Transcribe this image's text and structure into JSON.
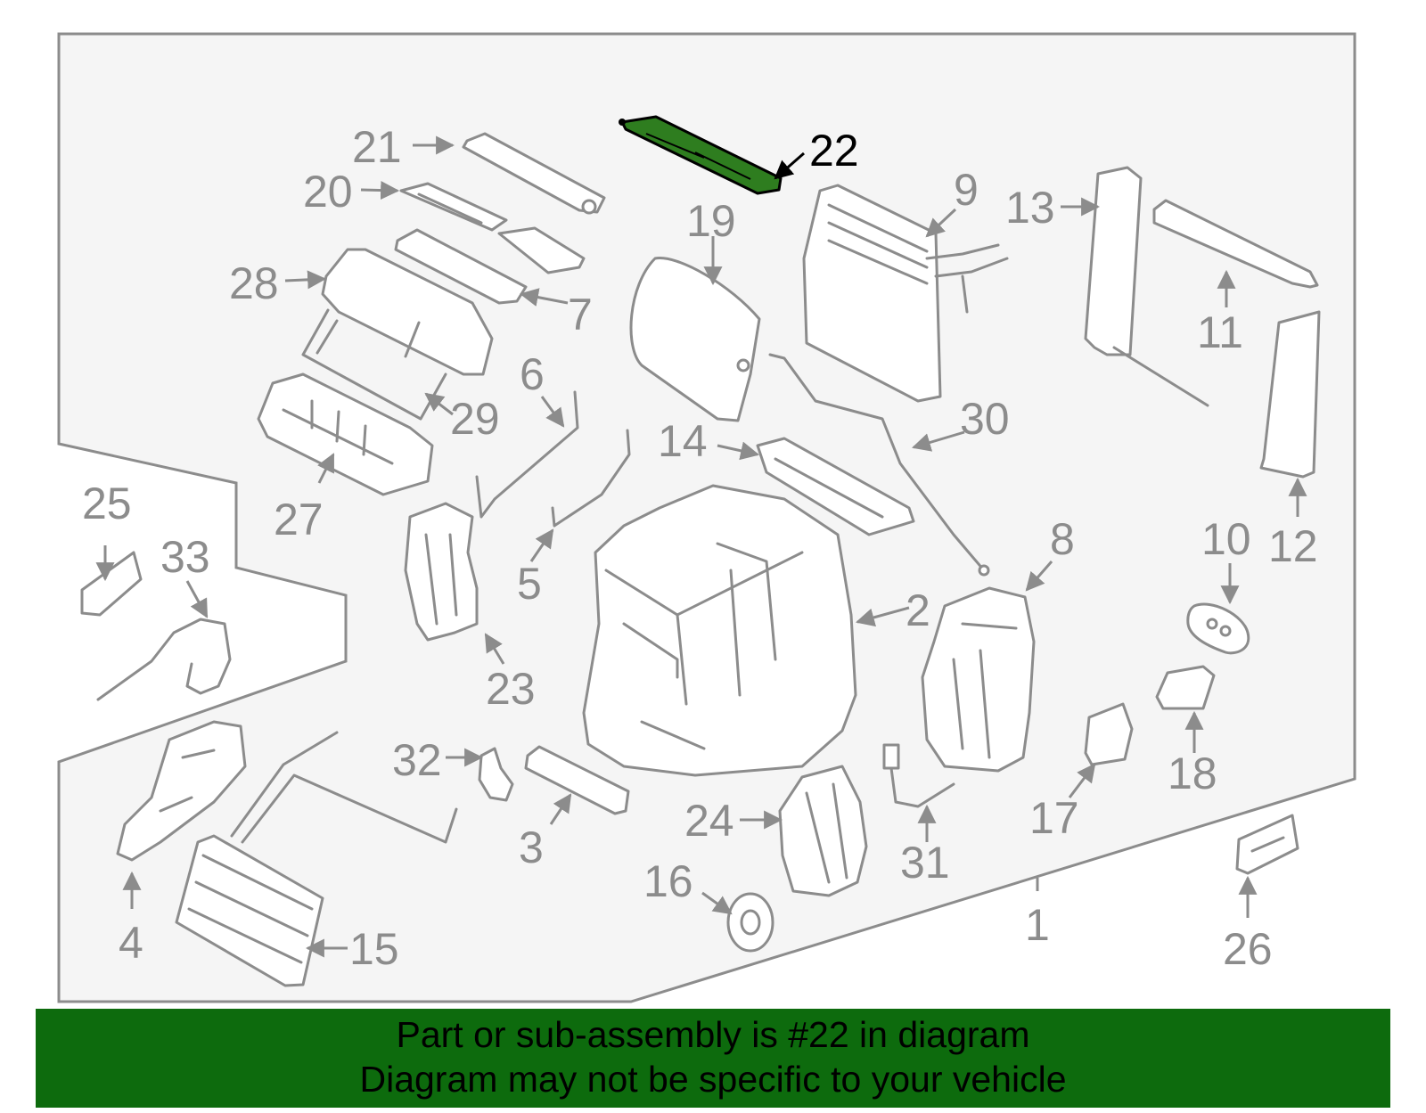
{
  "diagram": {
    "panel_color": "#f5f5f5",
    "line_color": "#8c8c8c",
    "highlight_color": "#2e7d1f",
    "highlight_part": "22",
    "callouts": [
      "1",
      "2",
      "3",
      "4",
      "5",
      "6",
      "7",
      "8",
      "9",
      "10",
      "11",
      "12",
      "13",
      "14",
      "15",
      "16",
      "17",
      "18",
      "19",
      "20",
      "21",
      "22",
      "23",
      "24",
      "25",
      "26",
      "27",
      "28",
      "29",
      "30",
      "31",
      "32",
      "33"
    ]
  },
  "banner": {
    "background": "#0d6b0d",
    "line1": "Part or sub-assembly is #22 in diagram",
    "line2": "Diagram may not be specific to your vehicle"
  }
}
